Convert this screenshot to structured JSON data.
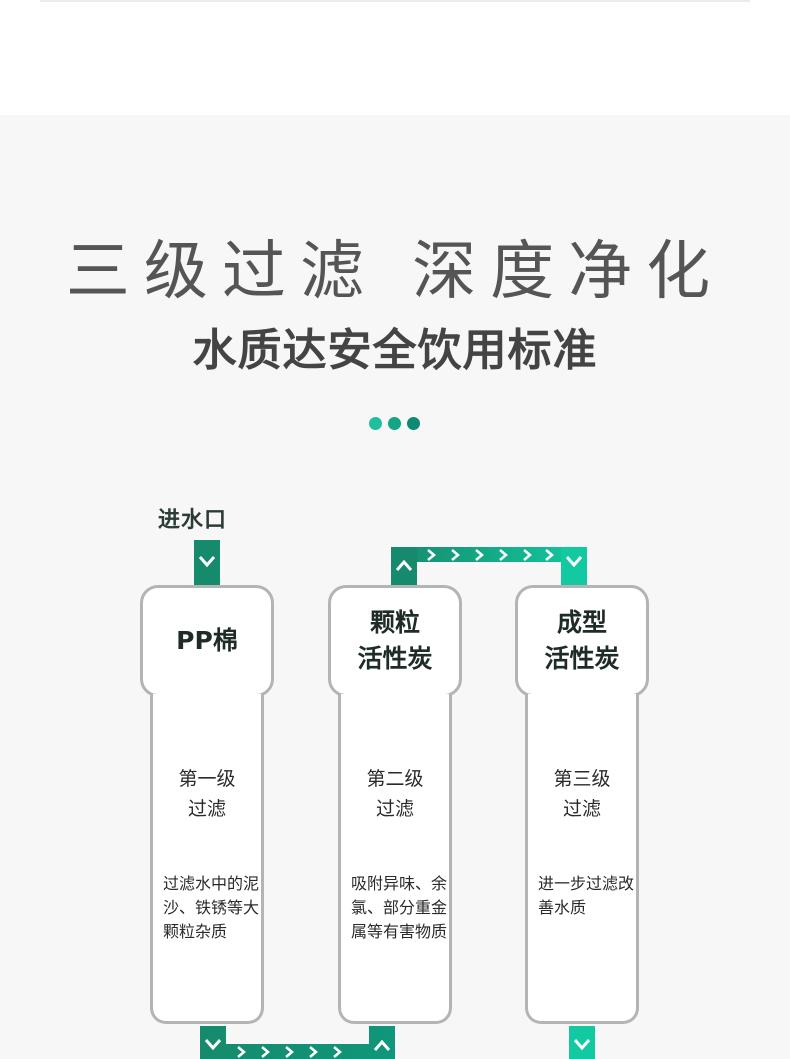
{
  "headline": "三级过滤 深度净化",
  "subheadline": "水质达安全饮用标准",
  "inlet_label": "进水口",
  "dots": [
    {
      "icon": "dot-icon",
      "color": "#1fbf9c"
    },
    {
      "icon": "dot-icon",
      "color": "#14a486"
    },
    {
      "icon": "dot-icon",
      "color": "#0e8a72"
    }
  ],
  "colors": {
    "pipe_dark": "#168a6c",
    "pipe_light": "#12c9a1",
    "frame": "#b4b4b4",
    "background": "#f7f7f7"
  },
  "stages": [
    {
      "name": "PP棉",
      "level": "第一级\n过滤",
      "description": "过滤水中的泥沙、铁锈等大颗粒杂质"
    },
    {
      "name": "颗粒\n活性炭",
      "level": "第二级\n过滤",
      "description": "吸附异味、余氯、部分重金属等有害物质"
    },
    {
      "name": "成型\n活性炭",
      "level": "第三级\n过滤",
      "description": "进一步过滤改善水质"
    }
  ]
}
